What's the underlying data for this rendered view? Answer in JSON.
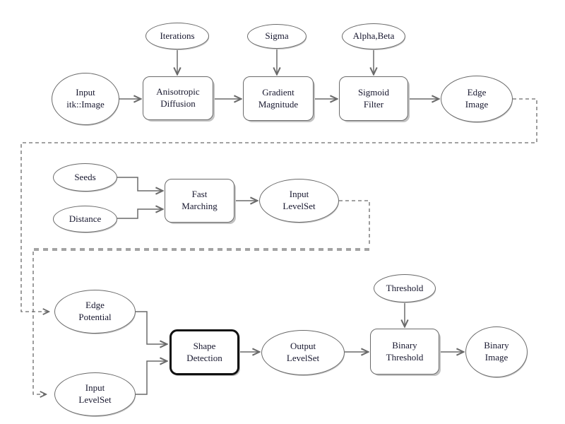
{
  "nodes": {
    "input_image": {
      "label": "Input\nitk::Image"
    },
    "iterations": {
      "label": "Iterations"
    },
    "anisotropic_diffusion": {
      "label": "Anisotropic\nDiffusion"
    },
    "sigma": {
      "label": "Sigma"
    },
    "gradient_magnitude": {
      "label": "Gradient\nMagnitude"
    },
    "alpha_beta": {
      "label": "Alpha,Beta"
    },
    "sigmoid_filter": {
      "label": "Sigmoid\nFilter"
    },
    "edge_image": {
      "label": "Edge\nImage"
    },
    "seeds": {
      "label": "Seeds"
    },
    "distance": {
      "label": "Distance"
    },
    "fast_marching": {
      "label": "Fast\nMarching"
    },
    "input_levelset_mid": {
      "label": "Input\nLevelSet"
    },
    "edge_potential": {
      "label": "Edge\nPotential"
    },
    "input_levelset_bottom": {
      "label": "Input\nLevelSet"
    },
    "shape_detection": {
      "label": "Shape\nDetection"
    },
    "output_levelset": {
      "label": "Output\nLevelSet"
    },
    "threshold": {
      "label": "Threshold"
    },
    "binary_threshold": {
      "label": "Binary\nThreshold"
    },
    "binary_image": {
      "label": "Binary\nImage"
    }
  },
  "colors": {
    "stroke": "#6a6a6a",
    "text": "#17172e",
    "thick": "#111111",
    "shadow": "#c2c2c2",
    "thickdash": "#a3a3a3"
  }
}
